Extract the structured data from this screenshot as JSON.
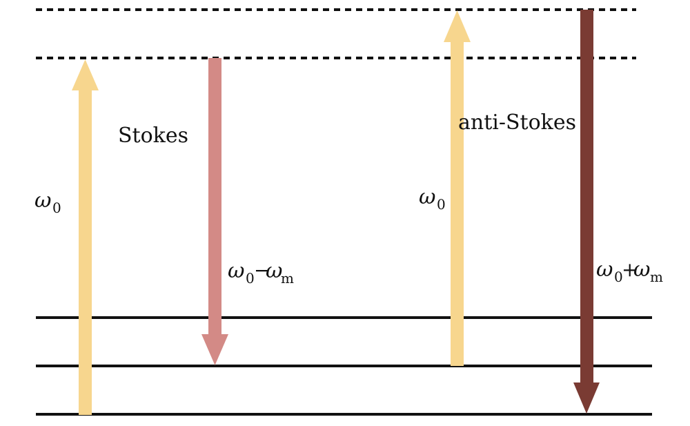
{
  "colors": {
    "pump": "#f7d68e",
    "stokes": "#d38a86",
    "anti_stokes": "#7a3b33",
    "line": "#111111"
  },
  "labels": {
    "stokes": "Stokes",
    "anti_stokes": "anti-Stokes",
    "omega": "ω",
    "zero": "0",
    "m": "m",
    "minus": "−",
    "plus": "+"
  }
}
